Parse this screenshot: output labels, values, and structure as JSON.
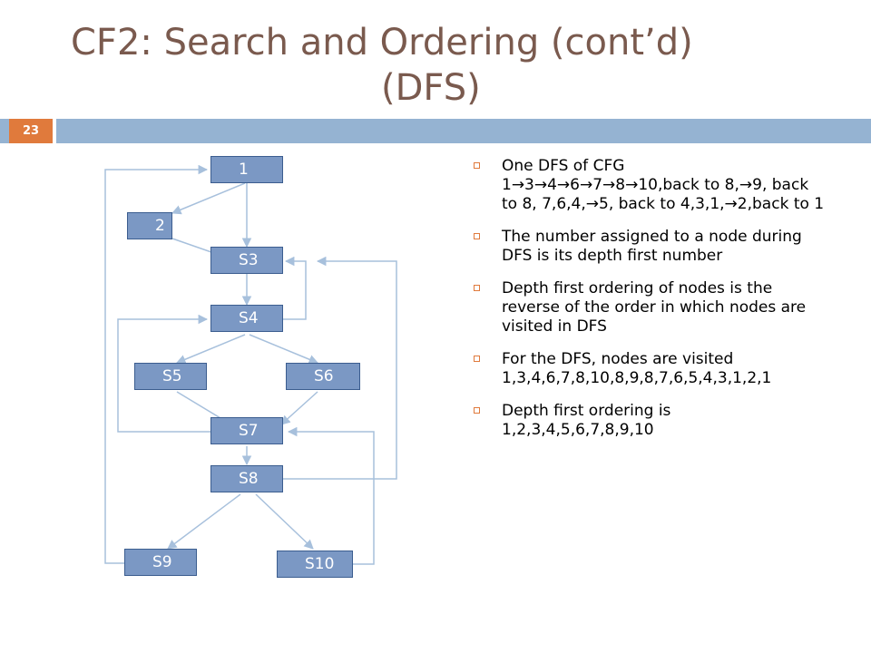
{
  "slide": {
    "title_line1": "CF2: Search and Ordering (cont’d)",
    "title_line2": "(DFS)",
    "number": "23",
    "colors": {
      "title": "#7a5a4e",
      "bar": "#95b3d2",
      "accent": "#e07a3c",
      "node_fill": "#7b98c4",
      "edge": "#a7c0dc"
    }
  },
  "diagram": {
    "nodes": {
      "n1": "1",
      "n2": "2",
      "s3": "S3",
      "s4": "S4",
      "s5": "S5",
      "s6": "S6",
      "s7": "S7",
      "s8": "S8",
      "s9": "S9",
      "s10": "S10"
    },
    "edges": [
      [
        "1",
        "2"
      ],
      [
        "1",
        "S3"
      ],
      [
        "2",
        "S3"
      ],
      [
        "S3",
        "S4"
      ],
      [
        "S4",
        "S3"
      ],
      [
        "S4",
        "S5"
      ],
      [
        "S4",
        "S6"
      ],
      [
        "S5",
        "S7"
      ],
      [
        "S6",
        "S7"
      ],
      [
        "S7",
        "S4"
      ],
      [
        "S7",
        "S8"
      ],
      [
        "S8",
        "S3"
      ],
      [
        "S8",
        "S9"
      ],
      [
        "S8",
        "S10"
      ],
      [
        "S9",
        "1"
      ],
      [
        "S10",
        "S7"
      ]
    ]
  },
  "bullets": [
    {
      "text": "One DFS of CFG 1→3→4→6→7→8→10,back to 8,→9, back to 8, 7,6,4,→5, back to 4,3,1,→2,back to 1"
    },
    {
      "text": "The number assigned to a node during DFS is its depth first number"
    },
    {
      "text": "Depth first ordering of nodes is the reverse of the order in which nodes are visited in DFS"
    },
    {
      "text": "For the DFS, nodes are visited 1,3,4,6,7,8,10,8,9,8,7,6,5,4,3,1,2,1"
    },
    {
      "text": "Depth first ordering is 1,2,3,4,5,6,7,8,9,10"
    }
  ]
}
